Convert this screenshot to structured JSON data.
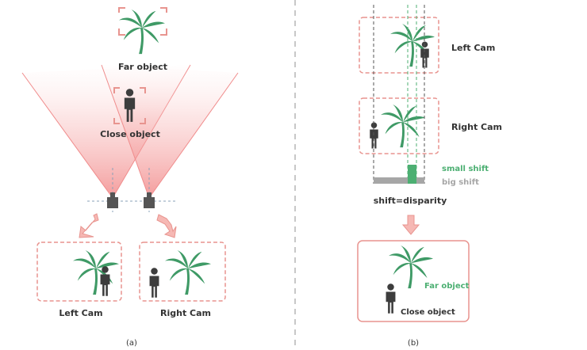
{
  "panel_a": {
    "far_object_label": "Far object",
    "close_object_label": "Close object",
    "left_cam_label": "Left Cam",
    "right_cam_label": "Right Cam",
    "caption": "(a)"
  },
  "panel_b": {
    "left_cam_label": "Left Cam",
    "right_cam_label": "Right Cam",
    "small_shift_label": "small shift",
    "big_shift_label": "big shift",
    "shift_eq_label": "shift=disparity",
    "far_object_label": "Far object",
    "close_object_label": "Close object",
    "caption": "(b)"
  },
  "colors": {
    "palm_green": "#3f9a66",
    "person_dark": "#3d3d3d",
    "frame_pink": "#e8948f",
    "beam_red": "#f07a7a",
    "divider_gray": "#c8c8c8",
    "small_shift_green": "#4caf72",
    "big_shift_gray": "#a6a6a6",
    "arrow_pink": "#f6b8b4"
  }
}
